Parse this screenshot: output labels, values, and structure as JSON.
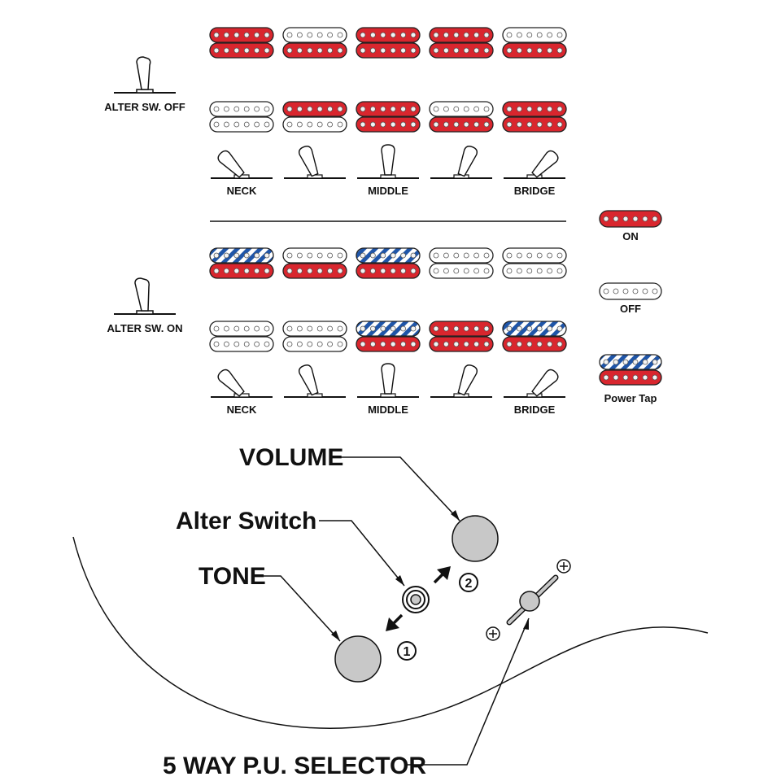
{
  "alter_off": {
    "label": "ALTER SW. OFF",
    "rows": [
      [
        "on",
        "off",
        "on",
        "on",
        "off"
      ],
      [
        "off",
        "on",
        "on",
        "off",
        "on"
      ]
    ],
    "rows_lower": [
      [
        "on",
        "on",
        "on",
        "on",
        "on"
      ],
      [
        "off",
        "off",
        "on",
        "on",
        "on"
      ]
    ]
  },
  "alter_on": {
    "label": "ALTER SW. ON",
    "rows": [
      [
        "tap",
        "off",
        "tap",
        "off",
        "off"
      ],
      [
        "off",
        "off",
        "tap",
        "on",
        "tap"
      ]
    ],
    "rows_lower": [
      [
        "on",
        "on",
        "on",
        "off",
        "off"
      ],
      [
        "off",
        "off",
        "on",
        "on",
        "on"
      ]
    ]
  },
  "positions": {
    "neck": "NECK",
    "middle": "MIDDLE",
    "bridge": "BRIDGE"
  },
  "legend": {
    "on": "ON",
    "off": "OFF",
    "power_tap": "Power Tap"
  },
  "controls": {
    "volume": "VOLUME",
    "alter_switch": "Alter Switch",
    "tone": "TONE",
    "selector": "5 WAY P.U. SELECTOR",
    "step_1": "1",
    "step_2": "2"
  },
  "colors": {
    "on": "#d9262e",
    "tap": "#1f55a8",
    "knob": "#c8c8c8",
    "line": "#111111"
  }
}
